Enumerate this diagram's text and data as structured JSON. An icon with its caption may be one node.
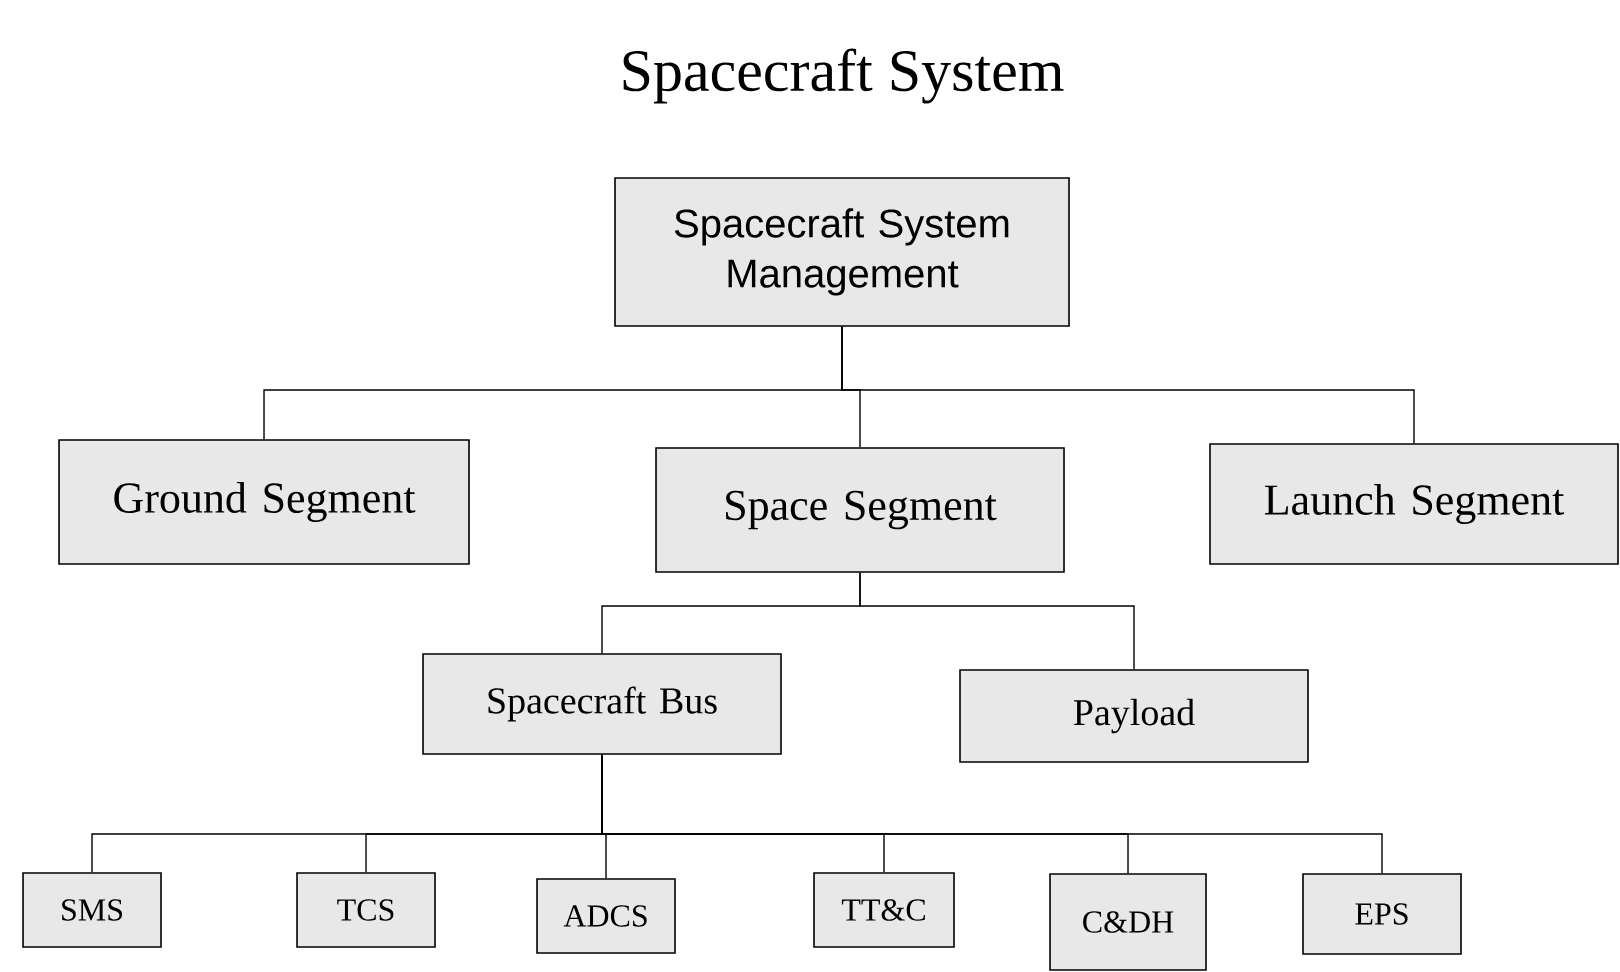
{
  "diagram": {
    "title": "Spacecraft System",
    "nodes": [
      {
        "text": [
          "Spacecraft System Management"
        ]
      },
      {
        "text": [
          "Ground Segment"
        ]
      },
      {
        "text": [
          "Space Segment"
        ]
      },
      {
        "text": [
          "Launch Segment"
        ]
      },
      {
        "text": [
          "Spacecraft Bus"
        ]
      },
      {
        "text": [
          "Payload"
        ]
      },
      {
        "text": [
          "SMS"
        ]
      },
      {
        "text": [
          "TCS"
        ]
      },
      {
        "text": [
          "ADCS"
        ]
      },
      {
        "text": [
          "TT&C"
        ]
      },
      {
        "text": [
          "C&DH"
        ]
      },
      {
        "text": [
          "EPS"
        ]
      }
    ],
    "edges": [
      {
        "from": 0,
        "to": 1,
        "arrow": "none"
      },
      {
        "from": 0,
        "to": 2,
        "arrow": "none"
      },
      {
        "from": 0,
        "to": 3,
        "arrow": "none"
      },
      {
        "from": 2,
        "to": 4,
        "arrow": "none"
      },
      {
        "from": 2,
        "to": 5,
        "arrow": "none"
      },
      {
        "from": 4,
        "to": 6,
        "arrow": "none"
      },
      {
        "from": 4,
        "to": 7,
        "arrow": "none"
      },
      {
        "from": 4,
        "to": 8,
        "arrow": "none"
      },
      {
        "from": 4,
        "to": 9,
        "arrow": "none"
      },
      {
        "from": 4,
        "to": 10,
        "arrow": "none"
      },
      {
        "from": 4,
        "to": 11,
        "arrow": "none"
      }
    ]
  }
}
